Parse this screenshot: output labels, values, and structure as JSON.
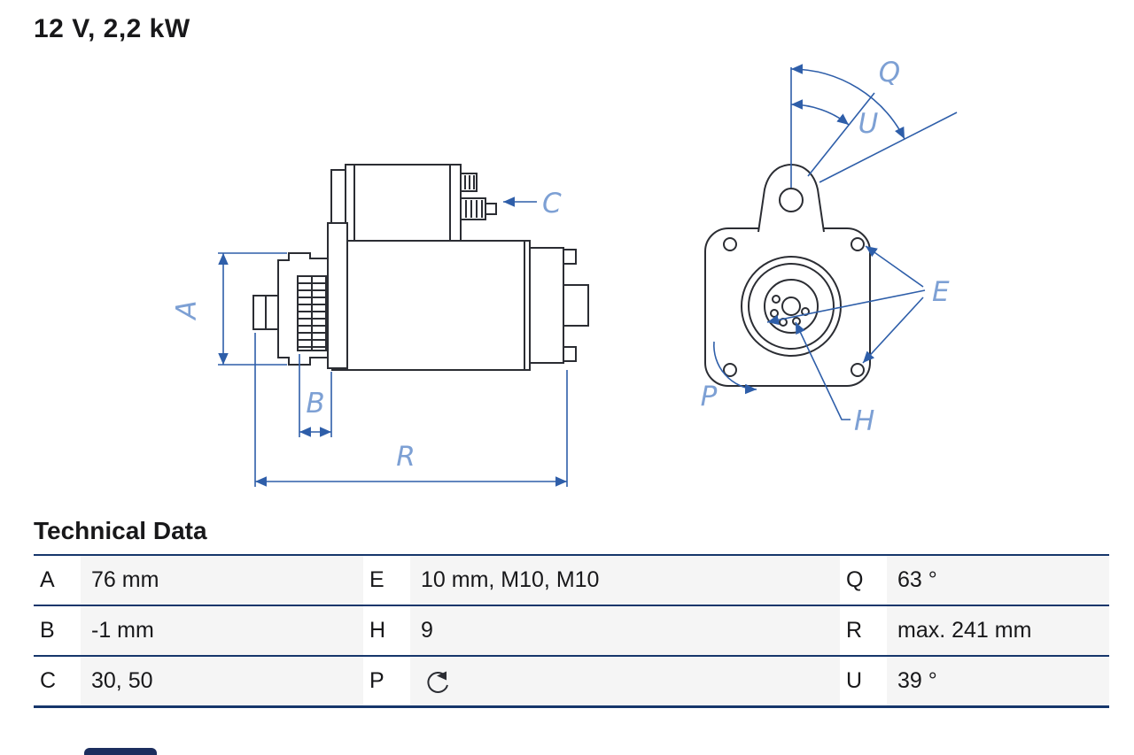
{
  "title": "12 V, 2,2 kW",
  "section": {
    "heading": "Technical Data"
  },
  "diagram": {
    "side_view_labels": {
      "A": "A",
      "B": "B",
      "C": "C",
      "R": "R"
    },
    "front_view_labels": {
      "Q": "Q",
      "U": "U",
      "E": "E",
      "P": "P",
      "H": "H"
    }
  },
  "table": {
    "rows": [
      {
        "c1": {
          "key": "A",
          "value": "76 mm"
        },
        "c2": {
          "key": "E",
          "value": "10 mm, M10, M10"
        },
        "c3": {
          "key": "Q",
          "value": "63 °"
        }
      },
      {
        "c1": {
          "key": "B",
          "value": "-1 mm"
        },
        "c2": {
          "key": "H",
          "value": "9"
        },
        "c3": {
          "key": "R",
          "value": "max. 241 mm"
        }
      },
      {
        "c1": {
          "key": "C",
          "value": "30, 50"
        },
        "c2": {
          "key": "P",
          "value": "",
          "icon": "counterclockwise-rotation"
        },
        "c3": {
          "key": "U",
          "value": "39 °"
        }
      }
    ]
  },
  "colors": {
    "dimension_blue": "#2e5ea9",
    "label_blue": "#7da0d4",
    "drawing_dark": "#2b2d33",
    "table_line_navy": "#16366b"
  }
}
